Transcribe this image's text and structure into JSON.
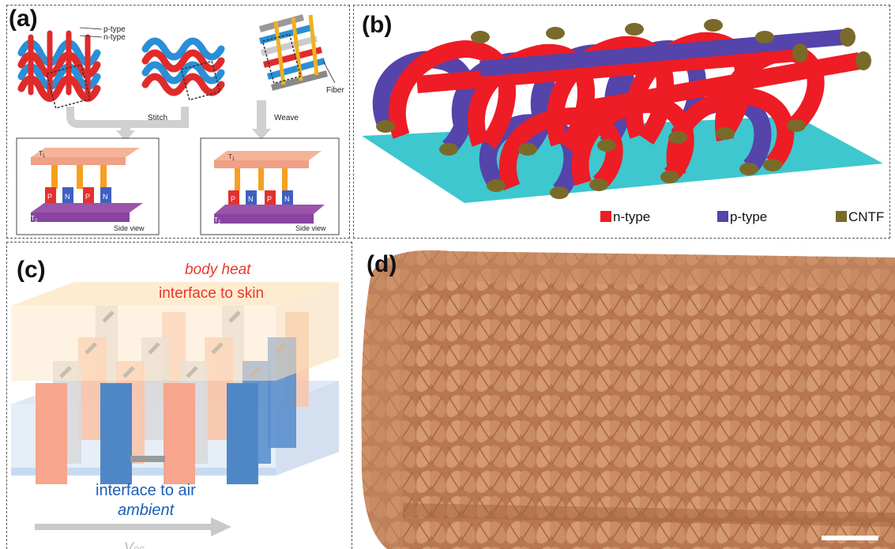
{
  "panel_a": {
    "label": "(a)",
    "p_type": "p-type",
    "n_type": "n-type",
    "fiber": "Fiber",
    "stitch": "Stitch",
    "weave": "Weave",
    "side_view": "Side view",
    "t1": "T",
    "t2": "T",
    "sub1": "1",
    "sub2": "2",
    "p": "P",
    "n": "N"
  },
  "panel_b": {
    "label": "(b)",
    "legend": [
      "n-type",
      "p-type",
      "CNTF"
    ],
    "colors": {
      "n": "#ee1c25",
      "p": "#5544aa",
      "cntf": "#7a6a2a",
      "base": "#3ec7cf"
    }
  },
  "panel_c": {
    "label": "(c)",
    "body_heat": "body heat",
    "interface_skin": "interface to skin",
    "interface_air": "interface to air",
    "ambient": "ambient",
    "voc": "V",
    "voc_sub": "oc"
  },
  "panel_d": {
    "label": "(d)",
    "fabric_color": "#c48a63"
  }
}
